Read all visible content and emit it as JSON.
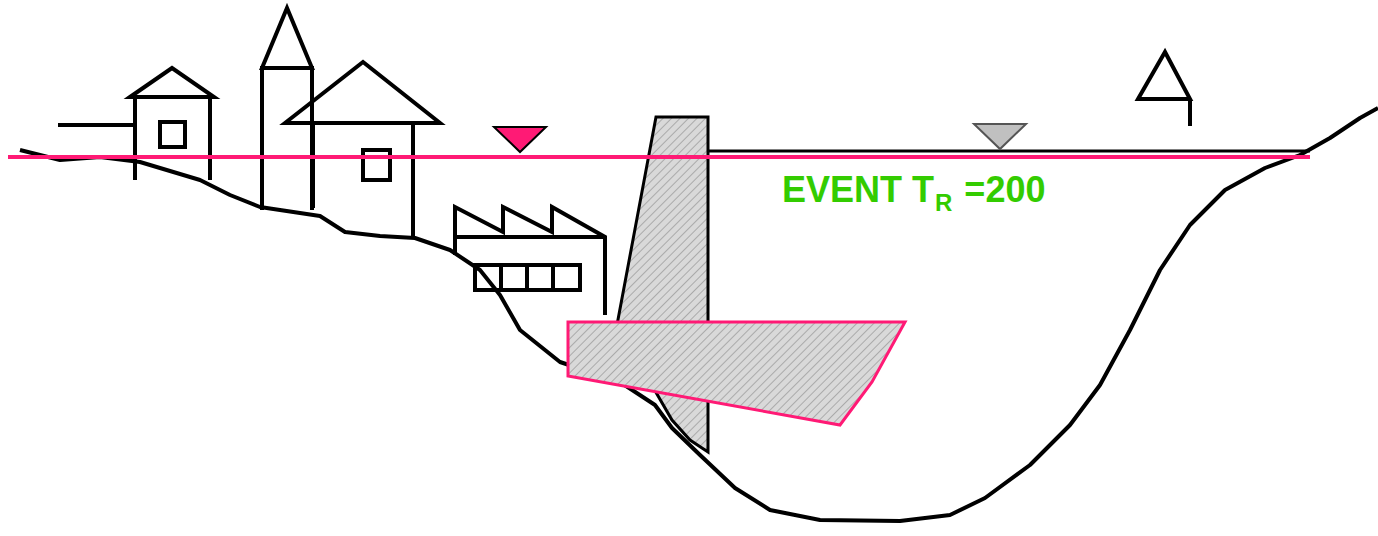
{
  "diagram": {
    "labels": [
      "EVENT T",
      "R",
      "=200"
    ]
  }
}
